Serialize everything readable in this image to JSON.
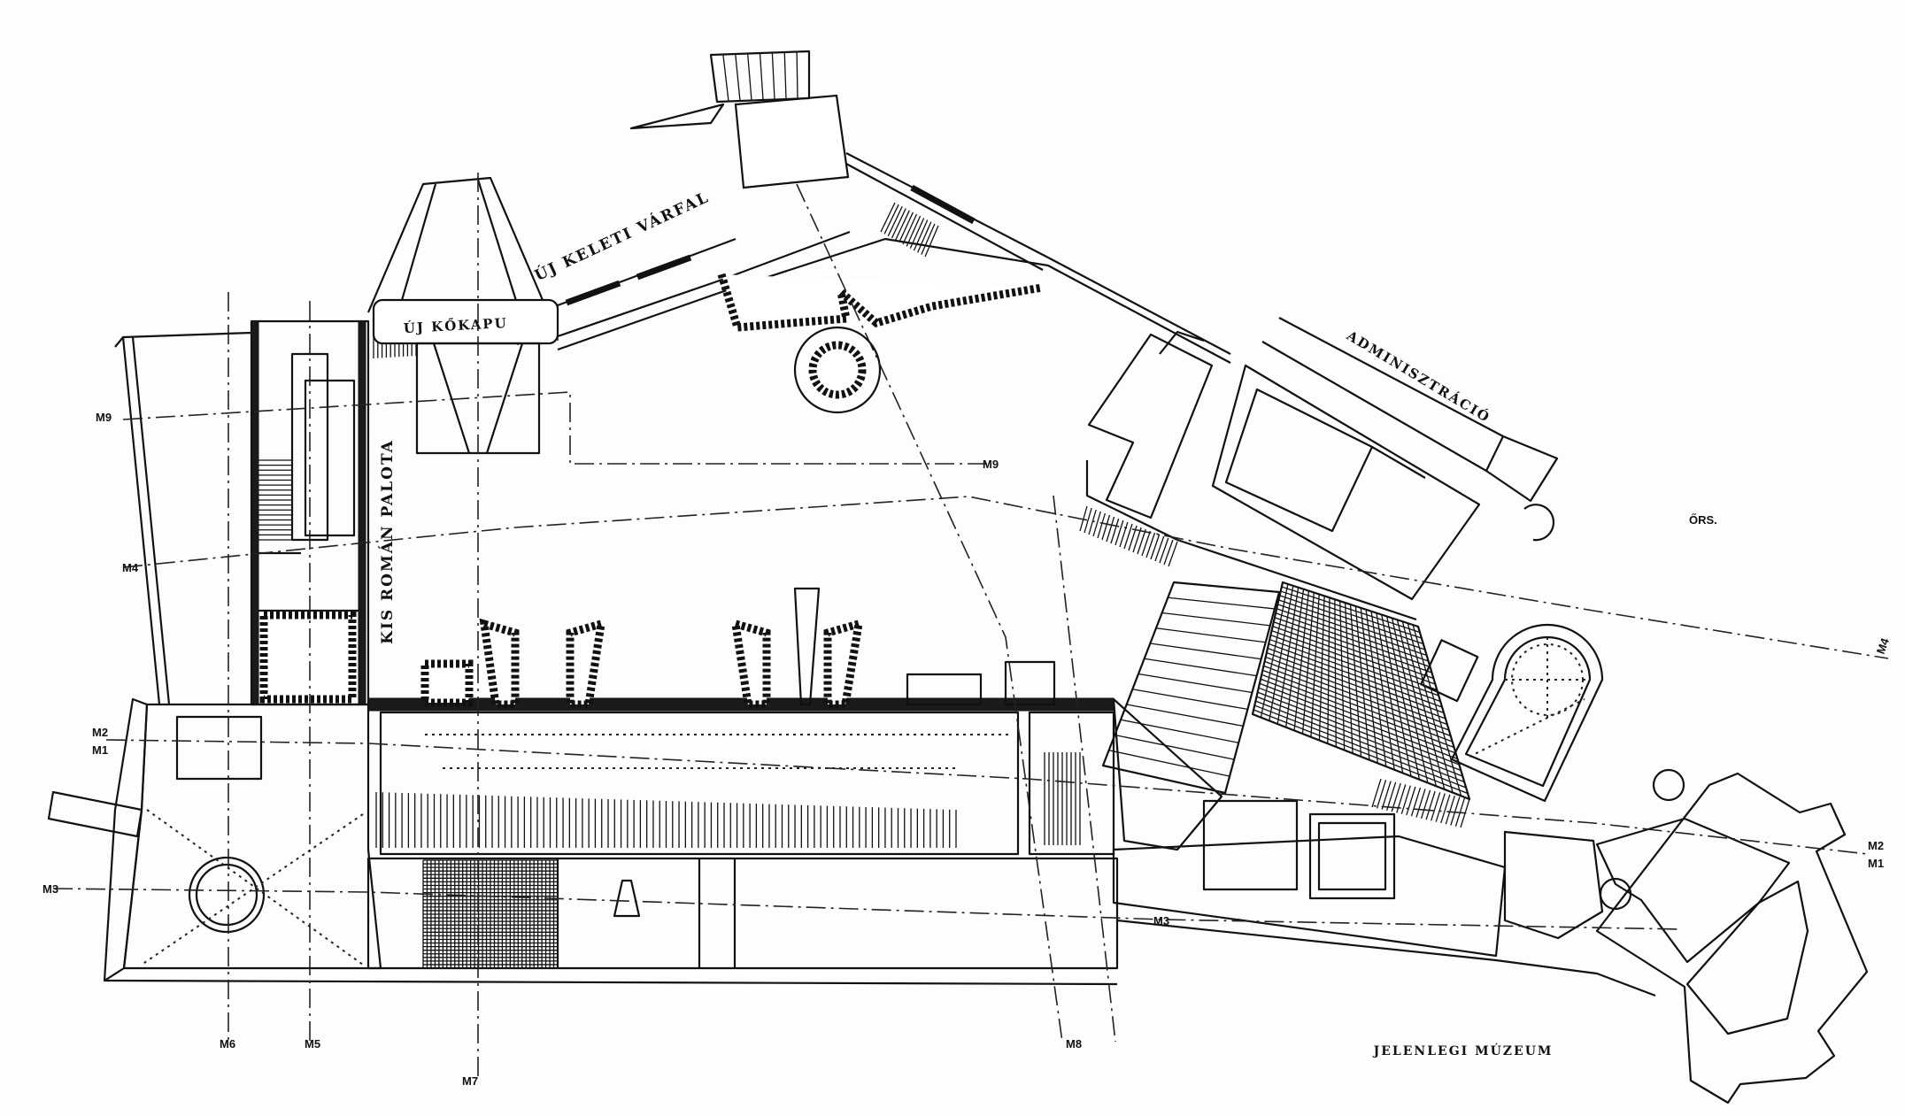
{
  "labels": {
    "east_wall": "ÚJ KELETI VÁRFAL",
    "new_gate": "ÚJ KŐKAPU",
    "small_romanesque_palace": "KIS ROMÁN PALOTA",
    "administration": "ADMINISZTRÁCIÓ",
    "current_museum": "JELENLEGI MÚZEUM",
    "guard": "ŐRS."
  },
  "section_markers": {
    "m9_left": "M9",
    "m4_left": "M4",
    "m2_left": "M2",
    "m1_left": "M1",
    "m3_left": "M3",
    "m6": "M6",
    "m5": "M5",
    "m7": "M7",
    "m8": "M8",
    "m3_right": "M3",
    "m9_right": "M9",
    "m2_right": "M2",
    "m1_right": "M1",
    "m4_right": "M4"
  },
  "colors": {
    "ink": "#111111",
    "paper": "#fdfdfd"
  }
}
